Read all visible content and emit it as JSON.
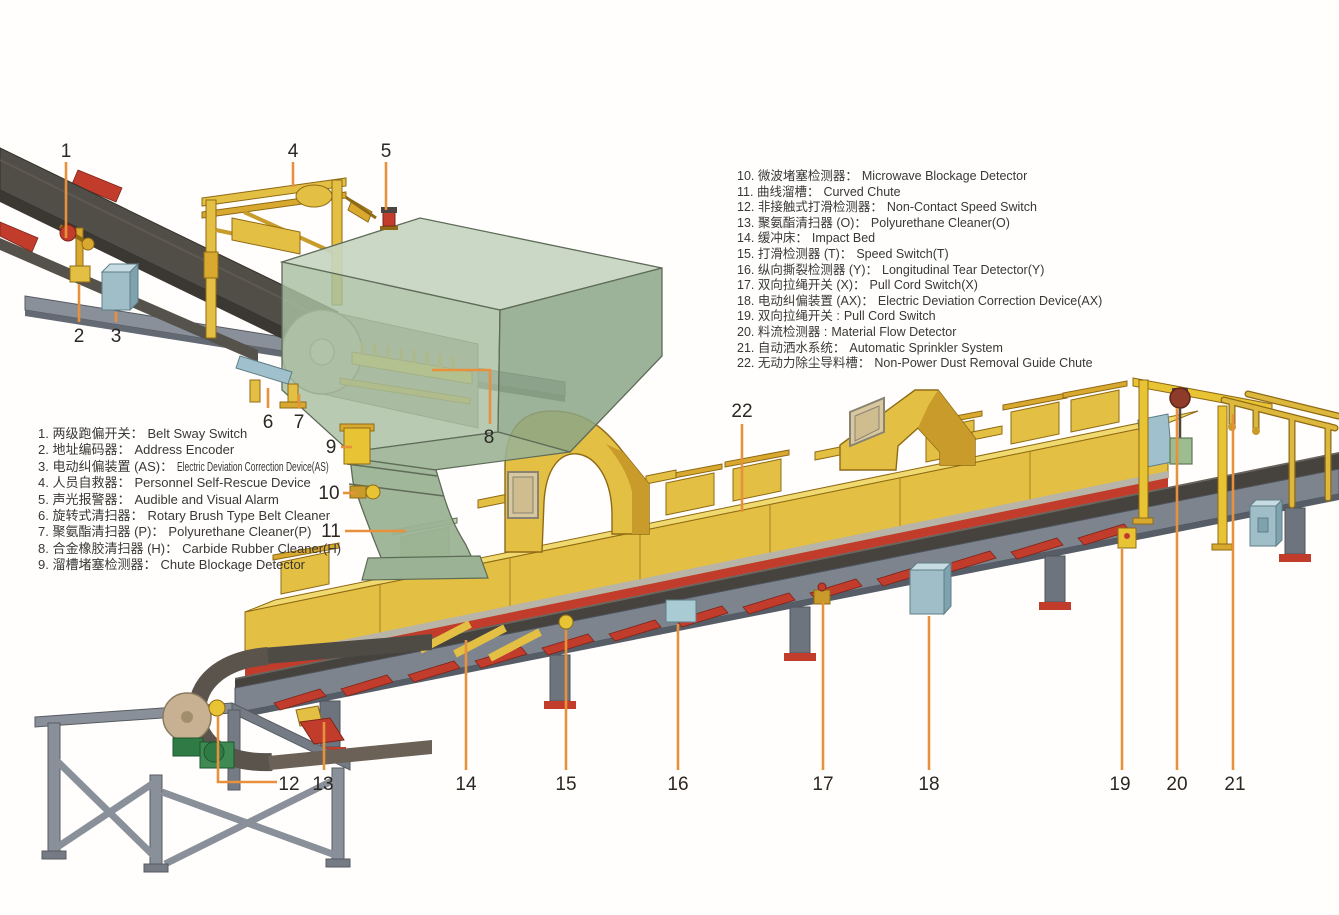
{
  "legend_left": {
    "items": [
      {
        "num": "1.",
        "zh": "两级跑偏开关：",
        "en": "Belt Sway Switch"
      },
      {
        "num": "2.",
        "zh": "地址编码器：",
        "en": "Address Encoder"
      },
      {
        "num": "3.",
        "zh": "电动纠偏装置 (AS)：",
        "en": "Electric Deviation Correction Device(AS)"
      },
      {
        "num": "4.",
        "zh": "人员自救器：",
        "en": "Personnel Self-Rescue Device"
      },
      {
        "num": "5.",
        "zh": "声光报警器：",
        "en": "Audible and Visual Alarm"
      },
      {
        "num": "6.",
        "zh": "旋转式清扫器：",
        "en": "Rotary Brush Type Belt Cleaner"
      },
      {
        "num": "7.",
        "zh": "聚氨酯清扫器 (P)：",
        "en": "Polyurethane Cleaner(P)"
      },
      {
        "num": "8.",
        "zh": "合金橡胶清扫器 (H)：",
        "en": "Carbide Rubber Cleaner(H)"
      },
      {
        "num": "9.",
        "zh": "溜槽堵塞检测器：",
        "en": "Chute Blockage Detector"
      }
    ]
  },
  "legend_right": {
    "items": [
      {
        "num": "10.",
        "zh": "微波堵塞检测器：",
        "en": "Microwave Blockage Detector"
      },
      {
        "num": "11.",
        "zh": "曲线溜槽：",
        "en": "Curved Chute"
      },
      {
        "num": "12.",
        "zh": "非接触式打滑检测器：",
        "en": "Non-Contact Speed Switch"
      },
      {
        "num": "13.",
        "zh": "聚氨酯清扫器 (O)：",
        "en": "Polyurethane Cleaner(O)"
      },
      {
        "num": "14.",
        "zh": "缓冲床：",
        "en": "Impact Bed"
      },
      {
        "num": "15.",
        "zh": "打滑检测器 (T)：",
        "en": "Speed Switch(T)"
      },
      {
        "num": "16.",
        "zh": "纵向撕裂检测器 (Y)：",
        "en": "Longitudinal Tear Detector(Y)"
      },
      {
        "num": "17.",
        "zh": "双向拉绳开关 (X)：",
        "en": "Pull Cord Switch(X)"
      },
      {
        "num": "18.",
        "zh": "电动纠偏装置 (AX)：",
        "en": "Electric Deviation Correction Device(AX)"
      },
      {
        "num": "19.",
        "zh": "双向拉绳开关 :",
        "en": "Pull Cord Switch"
      },
      {
        "num": "20.",
        "zh": "料流检测器 :",
        "en": "Material Flow Detector"
      },
      {
        "num": "21.",
        "zh": "自动洒水系统：",
        "en": "Automatic Sprinkler System"
      },
      {
        "num": "22.",
        "zh": "无动力除尘导料槽：",
        "en": "Non-Power Dust Removal Guide Chute"
      }
    ]
  },
  "callouts": [
    {
      "num": "1",
      "name": "belt-sway-switch"
    },
    {
      "num": "2",
      "name": "address-encoder"
    },
    {
      "num": "3",
      "name": "electric-deviation-correction-as"
    },
    {
      "num": "4",
      "name": "personnel-self-rescue-device"
    },
    {
      "num": "5",
      "name": "audible-visual-alarm"
    },
    {
      "num": "6",
      "name": "rotary-brush-belt-cleaner"
    },
    {
      "num": "7",
      "name": "polyurethane-cleaner-p"
    },
    {
      "num": "8",
      "name": "carbide-rubber-cleaner-h"
    },
    {
      "num": "9",
      "name": "chute-blockage-detector"
    },
    {
      "num": "10",
      "name": "microwave-blockage-detector"
    },
    {
      "num": "11",
      "name": "curved-chute"
    },
    {
      "num": "12",
      "name": "non-contact-speed-switch"
    },
    {
      "num": "13",
      "name": "polyurethane-cleaner-o"
    },
    {
      "num": "14",
      "name": "impact-bed"
    },
    {
      "num": "15",
      "name": "speed-switch-t"
    },
    {
      "num": "16",
      "name": "longitudinal-tear-detector-y"
    },
    {
      "num": "17",
      "name": "pull-cord-switch-x"
    },
    {
      "num": "18",
      "name": "electric-deviation-correction-ax"
    },
    {
      "num": "19",
      "name": "pull-cord-switch"
    },
    {
      "num": "20",
      "name": "material-flow-detector"
    },
    {
      "num": "21",
      "name": "automatic-sprinkler-system"
    },
    {
      "num": "22",
      "name": "non-power-dust-removal-guide-chute"
    }
  ],
  "colors": {
    "callout_line": "#E8913D",
    "machine_yellow": "#E3C043",
    "machine_yellow_dark": "#C89B2A",
    "chute_green": "#A8BFA1",
    "steel_gray": "#7D848E",
    "belt_dark": "#46423D",
    "idler_red": "#C23C2C",
    "device_blue": "#9FC0CC"
  }
}
